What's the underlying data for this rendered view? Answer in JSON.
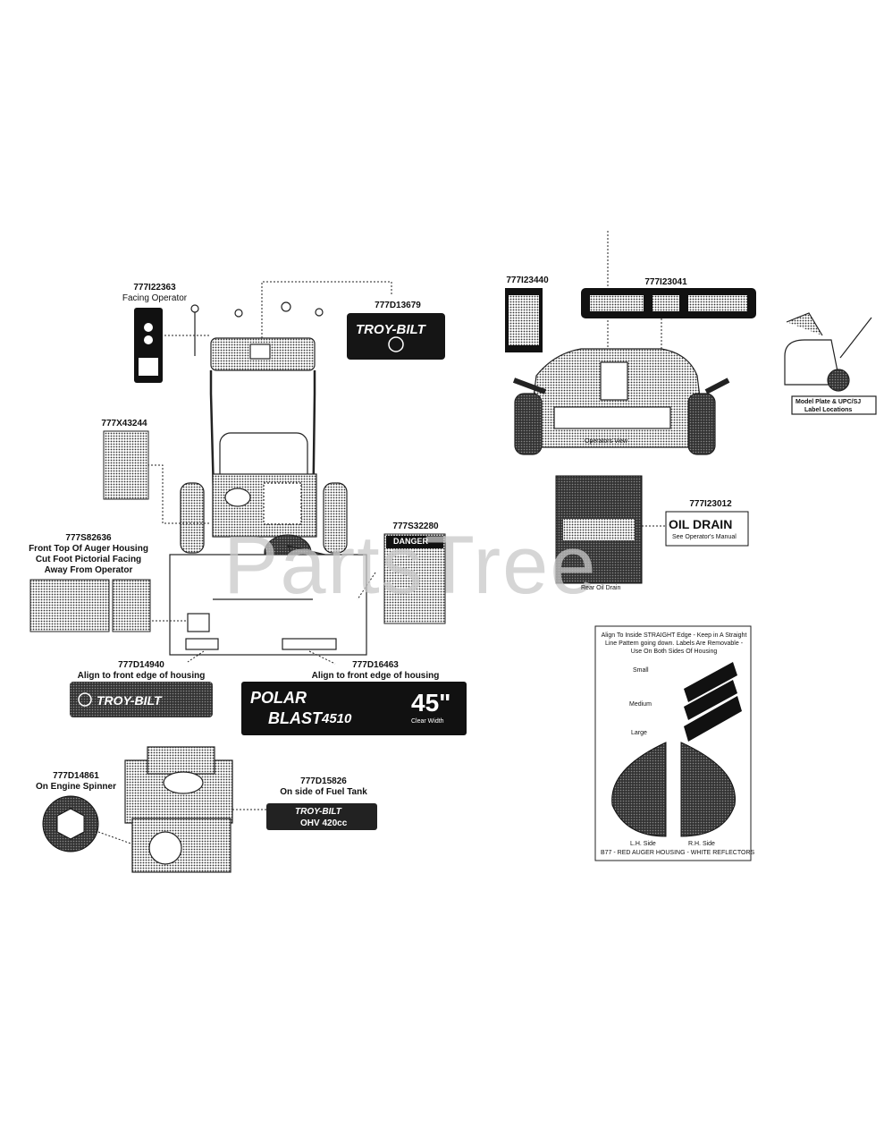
{
  "watermark": "PartsTree",
  "labels": {
    "l1": {
      "code": "777I22363",
      "desc": "Facing Operator"
    },
    "l2": {
      "code": "777D13679",
      "desc": ""
    },
    "l3": {
      "code": "777X43244",
      "desc": ""
    },
    "l4": {
      "code": "777S82636",
      "desc1": "Front Top Of Auger Housing",
      "desc2": "Cut Foot Pictorial Facing",
      "desc3": "Away From Operator"
    },
    "l5": {
      "code": "777S32280",
      "desc": ""
    },
    "l6": {
      "code": "777D14940",
      "desc": "Align to front edge of housing"
    },
    "l7": {
      "code": "777D16463",
      "desc": "Align to front edge of housing"
    },
    "l8": {
      "code": "777D14861",
      "desc": "On Engine Spinner"
    },
    "l9": {
      "code": "777D15826",
      "desc": "On side of Fuel Tank"
    },
    "l10": {
      "code": "777I23440"
    },
    "l11": {
      "code": "777I23041"
    },
    "l12": {
      "code": "777I23012"
    }
  },
  "decals": {
    "troy_bilt": "TROY-BILT",
    "polar": "POLAR",
    "blast": "BLAST",
    "model_num": "4510",
    "width": "45\"",
    "width_sub": "Clear Width",
    "ohv": "OHV 420cc",
    "danger": "DANGER",
    "oil_drain": "OIL DRAIN",
    "oil_drain_sub": "See Operator's Manual"
  },
  "captions": {
    "operators_view": "Operators View",
    "rear_oil_drain": "Rear Oil Drain",
    "model_plate": "Model Plate & UPC/SJ",
    "label_locations": "Label Locations"
  },
  "reflector_panel": {
    "instruction": "Align To Inside STRAIGHT Edge - Keep in A Straight Line Pattern going down. Labels Are Removable - Use On Both Sides Of Housing",
    "small": "Small",
    "medium": "Medium",
    "large": "Large",
    "left": "L.H. Side",
    "right": "R.H. Side",
    "footer": "B77 - RED AUGER HOUSING - WHITE REFLECTORS"
  }
}
